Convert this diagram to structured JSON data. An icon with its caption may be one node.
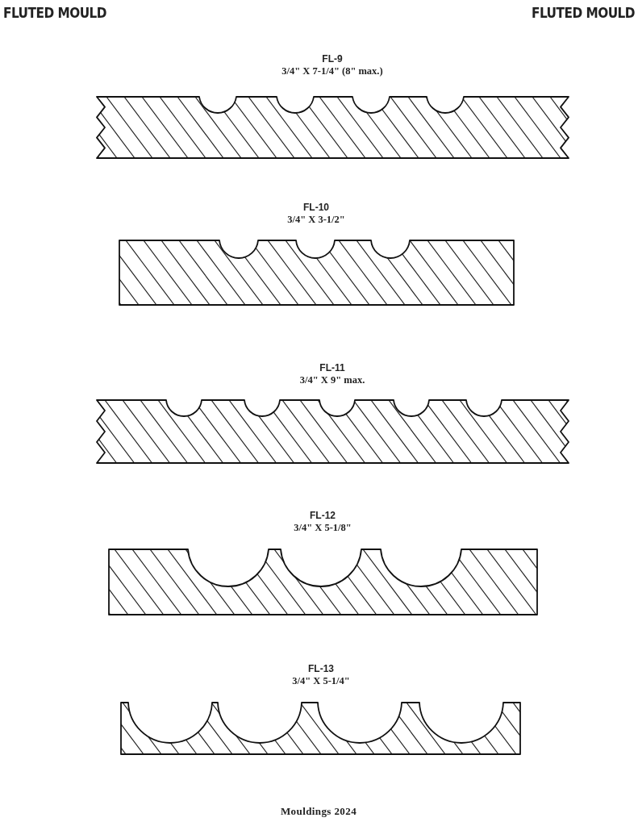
{
  "diagram": {
    "labels": [
      "FLUTED MOULD",
      "FLUTED MOULD",
      "FL-9",
      "3/4\" X 7-1/4\" (8\" max.)",
      "FL-10",
      "3/4\" X 3-1/2\"",
      "FL-11",
      "3/4\" X 9\" max.",
      "FL-12",
      "3/4\" X 5-1/8\"",
      "FL-13",
      "3/4\" X 5-1/4\"",
      "Mouldings 2024"
    ]
  }
}
